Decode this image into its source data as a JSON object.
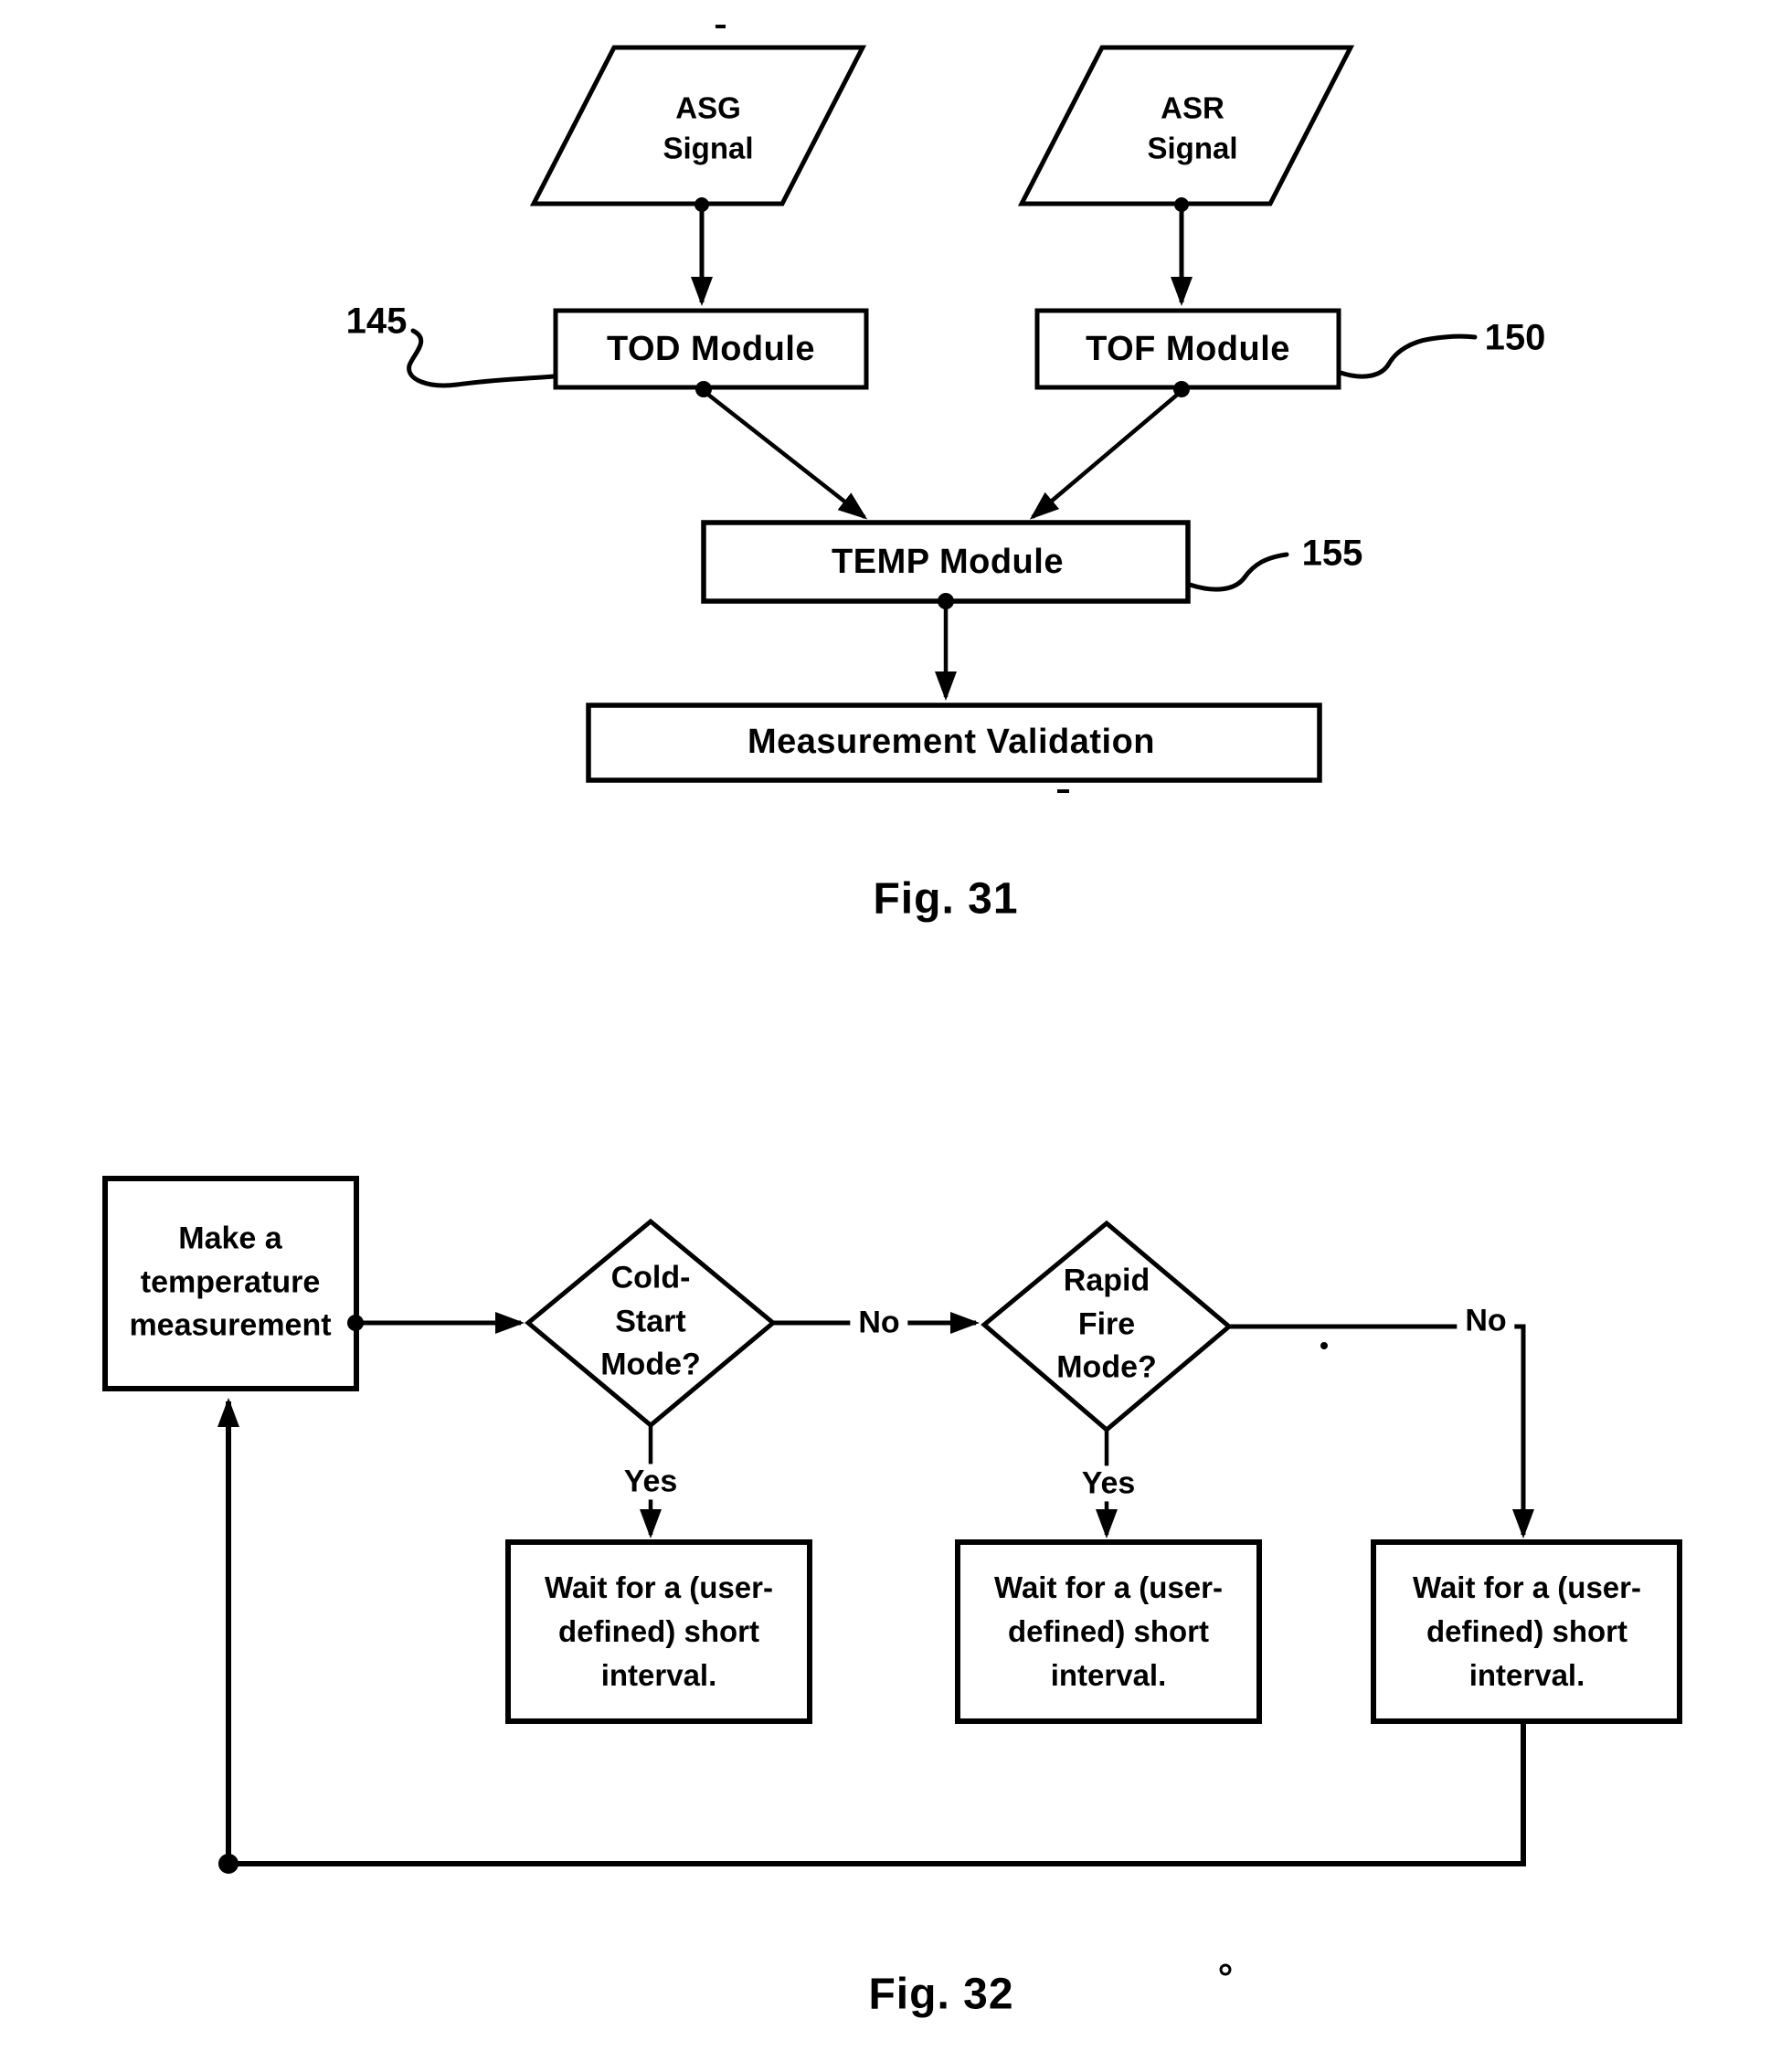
{
  "colors": {
    "ink": "#000000",
    "paper": "#ffffff"
  },
  "fig31": {
    "caption": "Fig. 31",
    "asg_label": "ASG\nSignal",
    "asr_label": "ASR\nSignal",
    "tod_label": "TOD Module",
    "tof_label": "TOF Module",
    "temp_label": "TEMP Module",
    "validation_label": "Measurement Validation",
    "ref_tod": "145",
    "ref_tof": "150",
    "ref_temp": "155",
    "connections": [
      "ASG Signal -> TOD Module",
      "ASR Signal -> TOF Module",
      "TOD Module -> TEMP Module",
      "TOF Module -> TEMP Module",
      "TEMP Module -> Measurement Validation"
    ]
  },
  "fig32": {
    "caption": "Fig. 32",
    "measure_label": "Make a\ntemperature\nmeasurement",
    "cold_start_label": "Cold-\nStart\nMode?",
    "rapid_fire_label": "Rapid\nFire\nMode?",
    "cold_no_label": "No",
    "rapid_no_label": "No",
    "cold_yes_label": "Yes",
    "rapid_yes_label": "Yes",
    "wait1_label": "Wait for a (user-\ndefined) short\ninterval.",
    "wait2_label": "Wait for a (user-\ndefined) short\ninterval.",
    "wait3_label": "Wait for a (user-\ndefined) short\ninterval.",
    "connections": [
      "Make a temperature measurement -> Cold-Start Mode?",
      "Cold-Start Mode? -No-> Rapid Fire Mode?",
      "Cold-Start Mode? -Yes-> Wait for a (user-defined) short interval.",
      "Rapid Fire Mode? -Yes-> Wait for a (user-defined) short interval.",
      "Rapid Fire Mode? -No-> Wait for a (user-defined) short interval.",
      "Wait interval -> loop back to Make a temperature measurement"
    ]
  }
}
